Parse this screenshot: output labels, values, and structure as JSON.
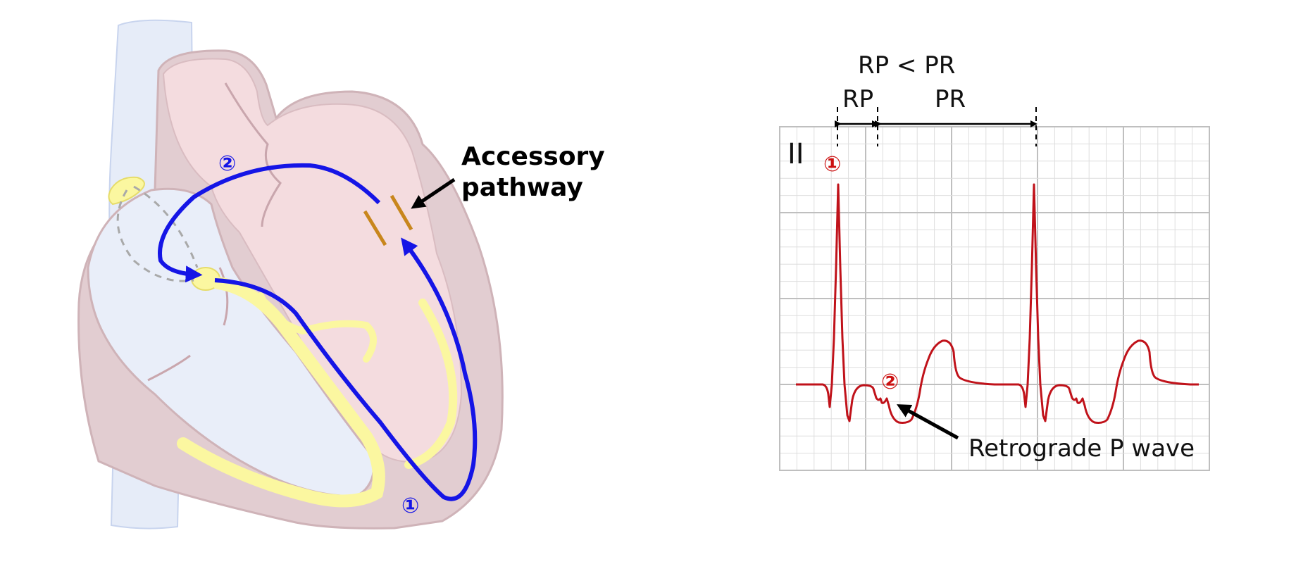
{
  "heart": {
    "accessory_label": "Accessory\npathway",
    "marker_1": "①",
    "marker_2": "②",
    "colors": {
      "vessel": "#e6ecf8",
      "vessel_stroke": "#c8d4ee",
      "wall": "#e2cdd1",
      "wall_stroke": "#cfb3b8",
      "chamber_left": "#f4dcdf",
      "chamber_right": "#e9eef9",
      "conduction": "#fbf7a0",
      "path": "#1515e6",
      "accessory": "#c8861c"
    }
  },
  "ecg": {
    "lead_label": "II",
    "relation_label": "RP < PR",
    "rp_label": "RP",
    "pr_label": "PR",
    "marker_1": "①",
    "marker_2": "②",
    "retro_label": "Retrograde P wave",
    "colors": {
      "trace": "#c0121a",
      "grid_minor": "#dedede",
      "grid_major": "#bfbfbf"
    }
  }
}
